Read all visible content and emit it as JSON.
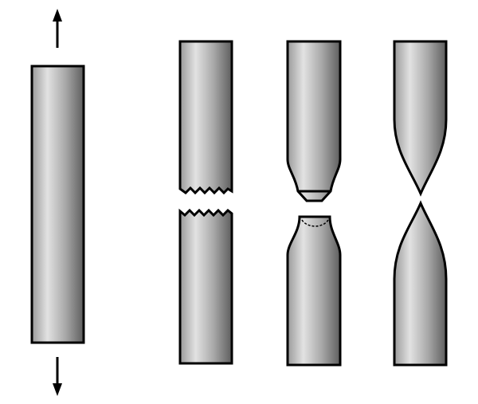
{
  "diagram": {
    "specimens": [
      {
        "id": "intact-under-tension",
        "arrows": [
          "up",
          "down"
        ]
      },
      {
        "id": "brittle-fracture"
      },
      {
        "id": "ductile-cup-cone-fracture"
      },
      {
        "id": "fully-ductile-point-fracture"
      }
    ],
    "colors": {
      "outline": "#000000",
      "metal_light": "#e2e2e2",
      "metal_mid": "#a8a8a8",
      "metal_dark": "#5e5e5e",
      "background": "#ffffff"
    }
  }
}
